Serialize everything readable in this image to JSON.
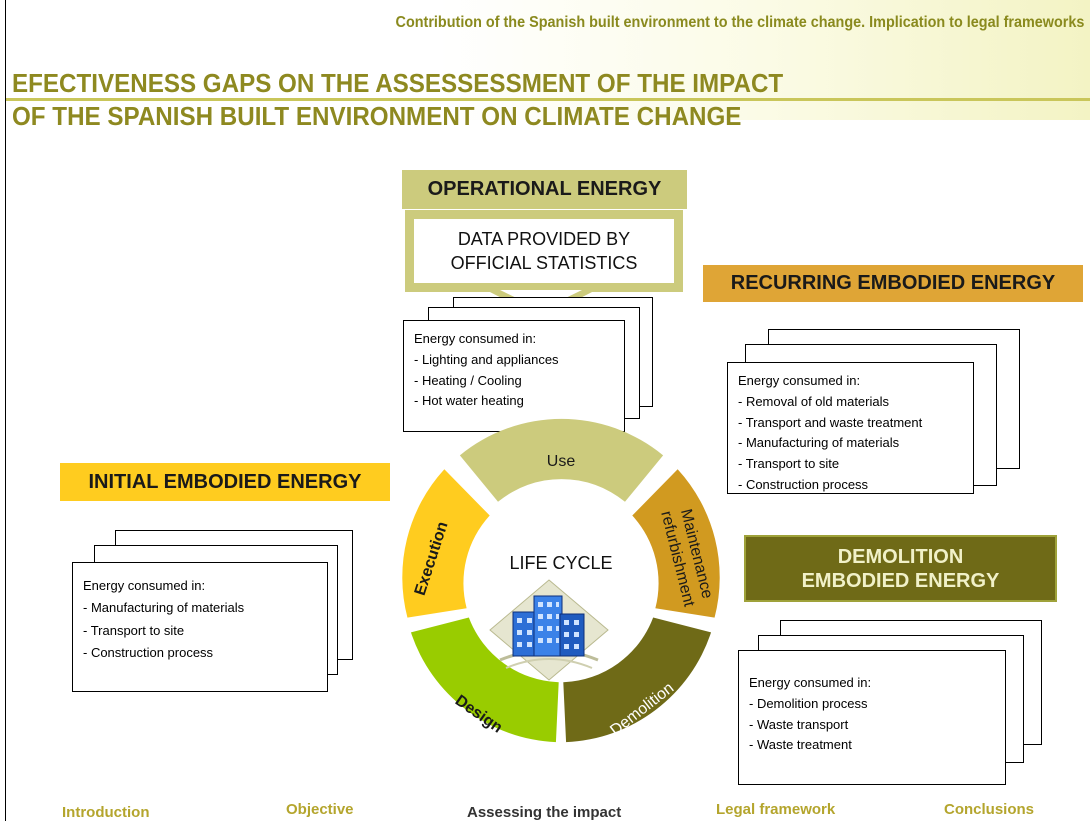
{
  "header": {
    "subtitle": "Contribution of the Spanish built environment to the climate change. Implication to legal frameworks",
    "title_line1": "EFECTIVENESS GAPS ON THE ASSESSESSMENT OF THE IMPACT",
    "title_line2": "OF THE SPANISH BUILT ENVIRONMENT ON CLIMATE CHANGE"
  },
  "diagram": {
    "operational": {
      "label": "OPERATIONAL ENERGY",
      "source_line1": "DATA PROVIDED BY",
      "source_line2": "OFFICIAL STATISTICS",
      "items": [
        "Energy consumed in:",
        "- Lighting and appliances",
        "- Heating / Cooling",
        "- Hot water heating"
      ]
    },
    "recurring": {
      "label": "RECURRING EMBODIED ENERGY",
      "items": [
        "Energy consumed in:",
        "- Removal of old materials",
        "- Transport and waste treatment",
        "- Manufacturing of materials",
        "- Transport to site",
        "- Construction process"
      ]
    },
    "initial": {
      "label": "INITIAL EMBODIED ENERGY",
      "items": [
        "Energy consumed in:",
        "- Manufacturing of materials",
        "- Transport to site",
        "- Construction process"
      ]
    },
    "demolition": {
      "label_line1": "DEMOLITION",
      "label_line2": "EMBODIED ENERGY",
      "items": [
        "Energy consumed in:",
        "- Demolition process",
        "- Waste transport",
        "- Waste treatment"
      ]
    },
    "wheel": {
      "center_label": "LIFE CYCLE",
      "use": "Use",
      "execution": "Execution",
      "maintenance_line1": "Maintenance",
      "maintenance_line2": "refurbishment",
      "design": "Design",
      "demolition": "Demolition",
      "colors": {
        "use": "#cccb7d",
        "execution": "#ffcc1f",
        "maintenance": "#d19a20",
        "design": "#99cc00",
        "demolition": "#6f6a17"
      }
    }
  },
  "nav": {
    "introduction": "Introduction",
    "objective": "Objective",
    "assessing": "Assessing the impact",
    "legal": "Legal framework",
    "conclusions": "Conclusions"
  }
}
